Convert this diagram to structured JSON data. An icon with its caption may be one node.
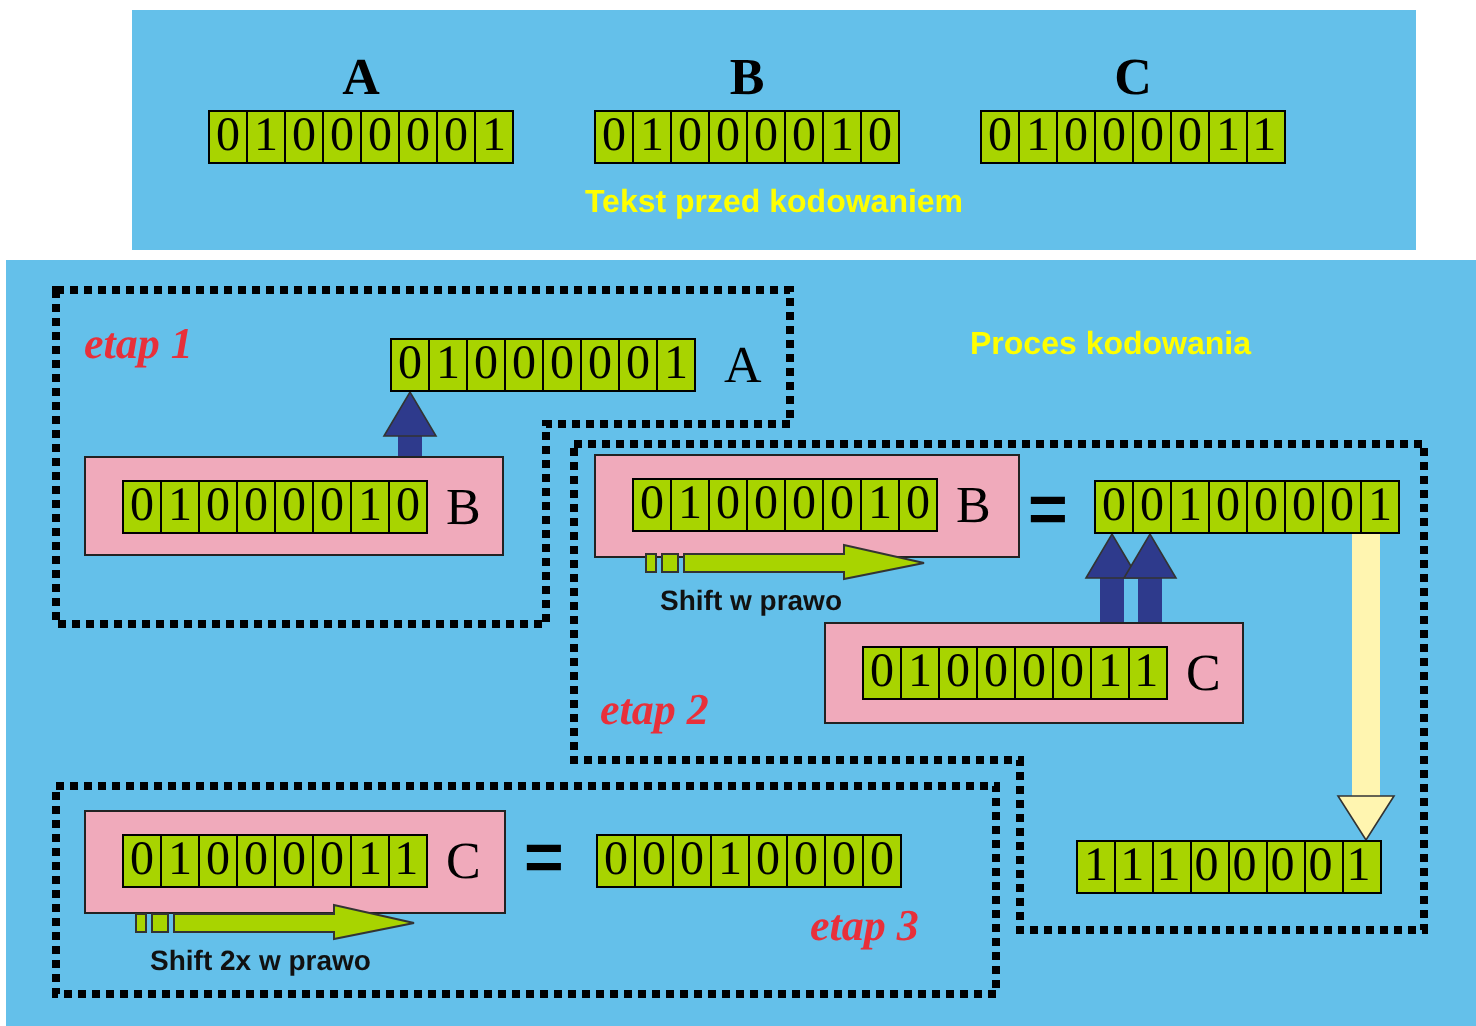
{
  "diagram": {
    "nodes": [
      {
        "text": [
          "Tekst przed kodowaniem"
        ]
      },
      {
        "text": [
          "A",
          "01000001"
        ],
        "in": 0
      },
      {
        "text": [
          "B",
          "01000010"
        ],
        "in": 0
      },
      {
        "text": [
          "C",
          "01000011"
        ],
        "in": 0
      },
      {
        "text": [
          "Proces kodowania"
        ]
      },
      {
        "text": [
          "etap 1"
        ],
        "in": 4
      },
      {
        "text": [
          "01000001",
          "A"
        ],
        "in": 5
      },
      {
        "text": [
          "01000010",
          "B"
        ],
        "in": 5
      },
      {
        "text": [
          "etap 2"
        ],
        "in": 4
      },
      {
        "text": [
          "01000010",
          "B"
        ],
        "in": 8
      },
      {
        "text": [
          "00100001"
        ],
        "in": 8
      },
      {
        "text": [
          "01000011",
          "C"
        ],
        "in": 8
      },
      {
        "text": [
          "11100001"
        ],
        "in": 8
      },
      {
        "text": [
          "etap 3"
        ],
        "in": 4
      },
      {
        "text": [
          "01000011",
          "C"
        ],
        "in": 13
      },
      {
        "text": [
          "00010000"
        ],
        "in": 13
      }
    ],
    "edges": [
      {
        "from": 7,
        "to": 6,
        "arrow": "to"
      },
      {
        "from": 11,
        "to": 10,
        "arrow": "to"
      },
      {
        "from": 11,
        "to": 10,
        "arrow": "to"
      },
      {
        "from": 10,
        "to": 12,
        "arrow": "to",
        "color": "#fff5b0"
      }
    ],
    "labels": [
      "Shift w prawo",
      "=",
      "Shift 2x w prawo",
      "="
    ]
  }
}
